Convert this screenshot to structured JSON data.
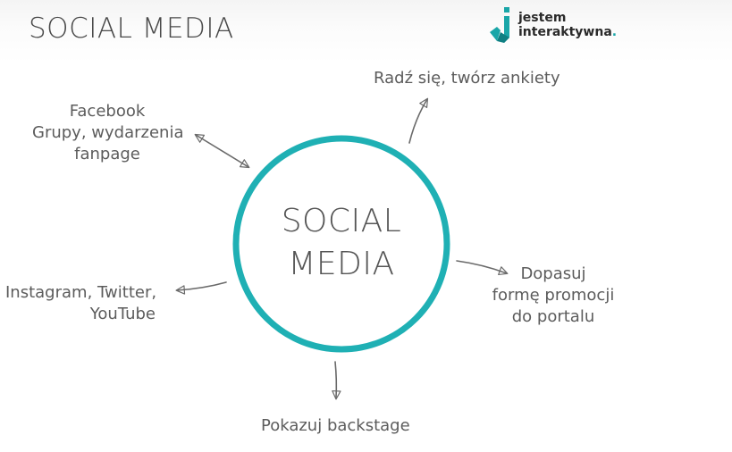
{
  "title": "SOCIAL MEDIA",
  "logo": {
    "line1": "jestem",
    "line2": "interaktywna",
    "dot": ".",
    "accent_color": "#1aa6a8"
  },
  "center": {
    "line1": "SOCIAL",
    "line2": "MEDIA",
    "ring_color": "#1fb0b4"
  },
  "nodes": {
    "facebook": {
      "line1": "Facebook",
      "line2": "Grupy, wydarzenia",
      "line3": "fanpage"
    },
    "radz": {
      "line1": "Radź się, twórz ankiety"
    },
    "instagram": {
      "line1": "Instagram, Twitter,",
      "line2": "YouTube"
    },
    "dopasuj": {
      "line1": "Dopasuj",
      "line2": "formę promocji",
      "line3": "do portalu"
    },
    "backstage": {
      "line1": "Pokazuj backstage"
    }
  }
}
